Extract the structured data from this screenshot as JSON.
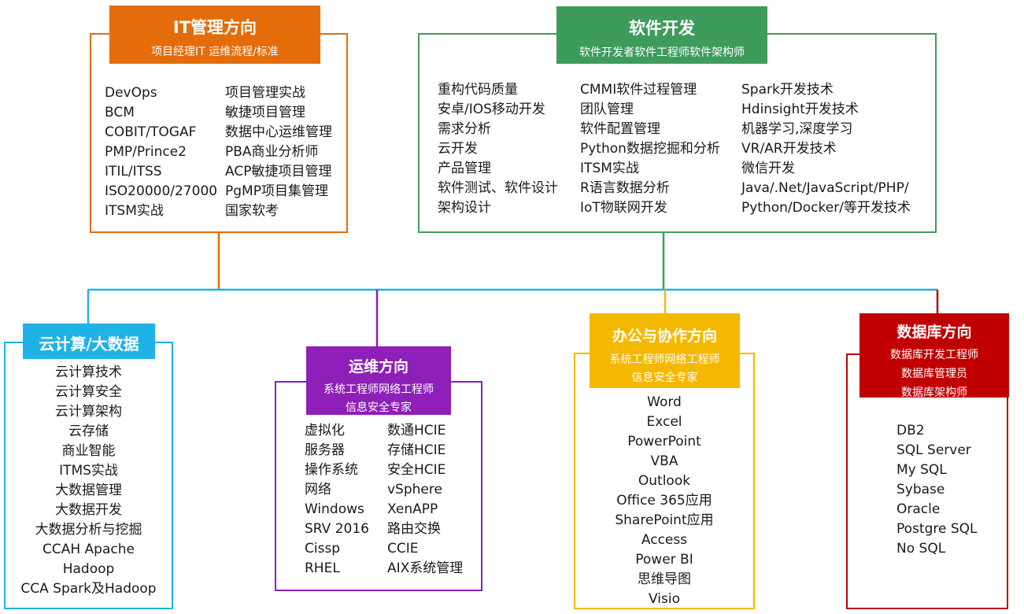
{
  "colors": {
    "it": "#e46c0a",
    "software": "#3d9b5c",
    "cloud": "#1fb2e6",
    "ops": "#8e1fb8",
    "office": "#f5b800",
    "db": "#c00000"
  },
  "it_management": {
    "title": "IT管理方向",
    "subtitle": "项目经理IT 运维流程/标准",
    "col1": [
      "DevOps",
      "BCM",
      "COBIT/TOGAF",
      "PMP/Prince2",
      "ITIL/ITSS",
      "ISO20000/27000",
      "ITSM实战"
    ],
    "col2": [
      "项目管理实战",
      "敏捷项目管理",
      "数据中心运维管理",
      "PBA商业分析师",
      "ACP敏捷项目管理",
      "PgMP项目集管理",
      "国家软考"
    ]
  },
  "software_dev": {
    "title": "软件开发",
    "subtitle": "软件开发者软件工程师软件架构师",
    "col1": [
      "重构代码质量",
      "安卓/IOS移动开发",
      "需求分析",
      "云开发",
      "产品管理",
      "软件测试、软件设计",
      "架构设计"
    ],
    "col2": [
      "CMMI软件过程管理",
      "团队管理",
      "软件配置管理",
      "Python数据挖掘和分析",
      "ITSM实战",
      "R语言数据分析",
      "IoT物联网开发"
    ],
    "col3": [
      "Spark开发技术",
      "Hdinsight开发技术",
      "机器学习,深度学习",
      "VR/AR开发技术",
      "微信开发",
      "Java/.Net/JavaScript/PHP/",
      "Python/Docker/等开发技术"
    ]
  },
  "cloud_bigdata": {
    "title": "云计算/大数据",
    "items": [
      "云计算技术",
      "云计算安全",
      "云计算架构",
      "云存储",
      "商业智能",
      "ITMS实战",
      "大数据管理",
      "大数据开发",
      "大数据分析与挖掘",
      "CCAH Apache",
      "Hadoop",
      "CCA Spark及Hadoop"
    ]
  },
  "ops": {
    "title": "运维方向",
    "subtitle1": "系统工程师网络工程师",
    "subtitle2": "信息安全专家",
    "col1": [
      "虚拟化",
      "服务器",
      "操作系统",
      "网络",
      "Windows",
      "SRV 2016",
      "Cissp",
      "RHEL"
    ],
    "col2": [
      "数通HCIE",
      "存储HCIE",
      "安全HCIE",
      "vSphere",
      "XenAPP",
      "路由交换",
      "CCIE",
      "AIX系统管理"
    ]
  },
  "office": {
    "title": "办公与协作方向",
    "subtitle1": "系统工程师网络工程师",
    "subtitle2": "信息安全专家",
    "items": [
      "Word",
      "Excel",
      "PowerPoint",
      "VBA",
      "Outlook",
      "Office 365应用",
      "SharePoint应用",
      "Access",
      "Power BI",
      "思维导图",
      "Visio"
    ]
  },
  "database": {
    "title": "数据库方向",
    "subtitle1": "数据库开发工程师",
    "subtitle2": "数据库管理员",
    "subtitle3": "数据库架构师",
    "items": [
      "DB2",
      "SQL Server",
      "My SQL",
      "Sybase",
      "Oracle",
      "Postgre SQL",
      "No SQL"
    ]
  }
}
